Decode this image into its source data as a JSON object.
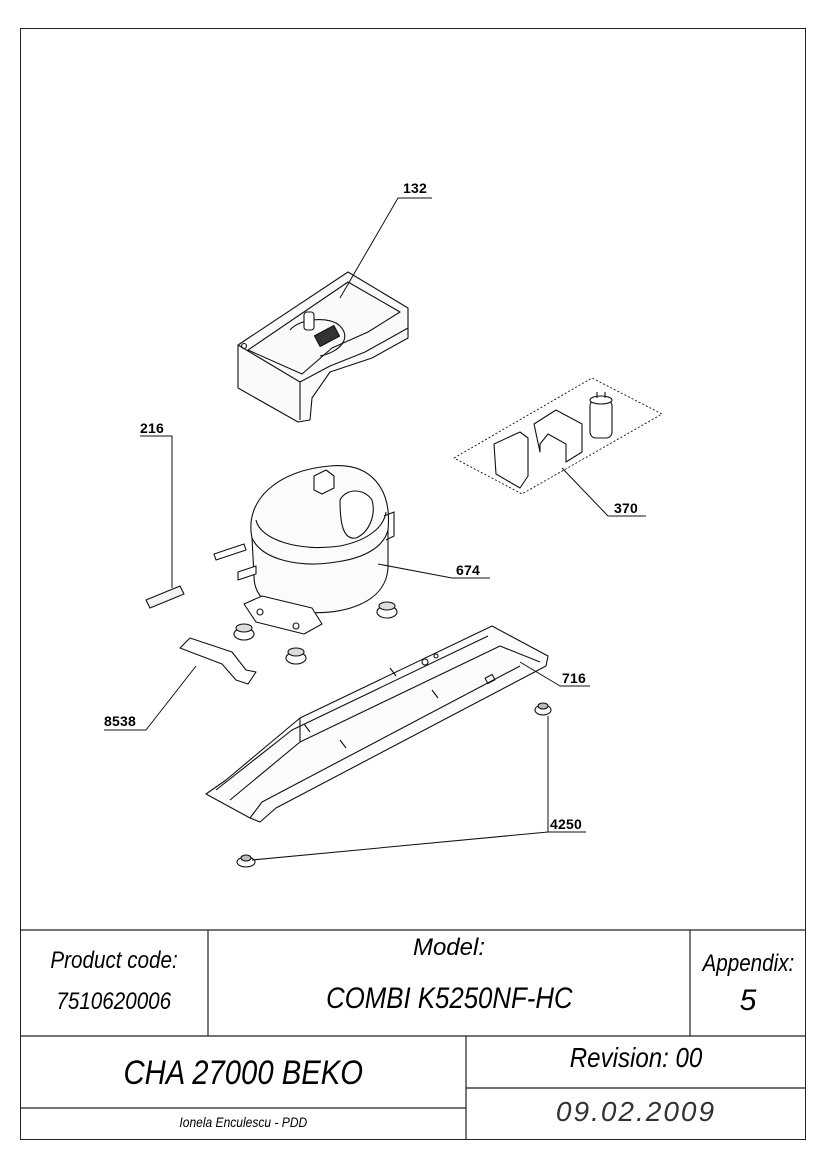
{
  "callouts": {
    "p132": "132",
    "p216": "216",
    "p370": "370",
    "p674": "674",
    "p716": "716",
    "p8538": "8538",
    "p4250": "4250"
  },
  "title_block": {
    "product_code_label": "Product code:",
    "product_code_value": "7510620006",
    "model_label": "Model:",
    "model_value": "COMBI K5250NF-HC",
    "appendix_label": "Appendix:",
    "appendix_value": "5",
    "chassis": "CHA 27000 BEKO",
    "revision": "Revision: 00",
    "author": "Ionela Enculescu - PDD",
    "date": "09.02.2009"
  }
}
